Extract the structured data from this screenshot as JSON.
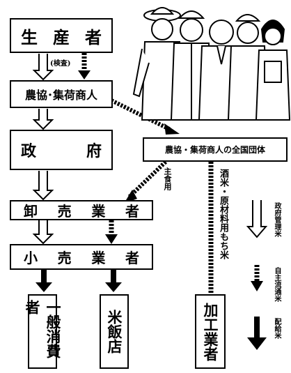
{
  "nodes": {
    "producer": [
      "生",
      "産",
      "者"
    ],
    "agri_coop": "農協･集荷商人",
    "government": [
      "政",
      "府"
    ],
    "national_body": "農協・集荷商人の全国団体",
    "wholesaler": [
      "卸",
      "売",
      "業",
      "者"
    ],
    "retailer": [
      "小",
      "売",
      "業",
      "者"
    ],
    "consumer": "一般消費者",
    "rice_restaurant": "米飯店",
    "processor": "加工業者"
  },
  "edge_labels": {
    "inspection": "(検査)",
    "staple_food": "主食用",
    "processing_use": "酒米・原材料用もち米"
  },
  "legend": {
    "government_rice": "政府管理米",
    "voluntary_rice": "自主流通米",
    "distribution_rice": "配給米"
  }
}
